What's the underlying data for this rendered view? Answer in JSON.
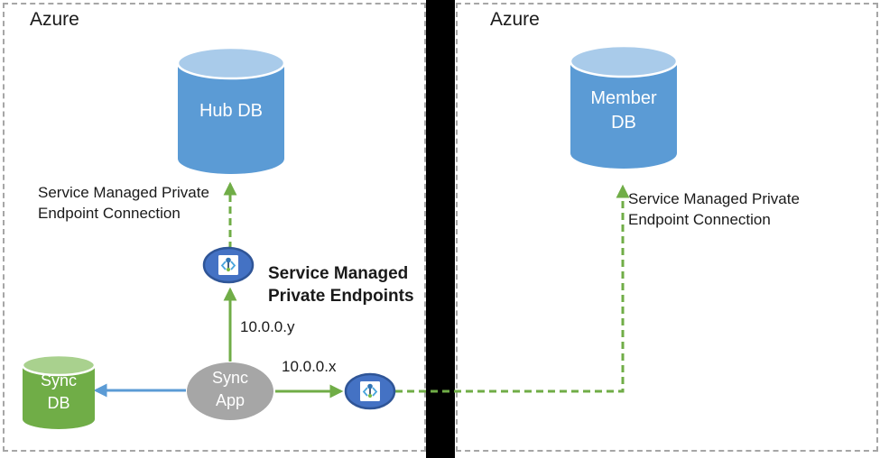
{
  "regions": {
    "left": {
      "title": "Azure"
    },
    "right": {
      "title": "Azure"
    }
  },
  "nodes": {
    "hub_db": {
      "label": "Hub DB"
    },
    "member_db": {
      "lines": [
        "Member",
        "DB"
      ]
    },
    "sync_db": {
      "lines": [
        "Sync",
        "DB"
      ]
    },
    "sync_app": {
      "lines": [
        "Sync",
        "App"
      ]
    }
  },
  "labels": {
    "left_connection": {
      "lines": [
        "Service Managed Private",
        "Endpoint Connection"
      ]
    },
    "right_connection": {
      "lines": [
        "Service Managed Private",
        "Endpoint Connection"
      ]
    },
    "private_endpoints": {
      "lines": [
        "Service Managed",
        "Private Endpoints"
      ]
    },
    "ip_y": "10.0.0.y",
    "ip_x": "10.0.0.x"
  },
  "icons": {
    "endpoint": "private-endpoint-icon"
  },
  "colors": {
    "db_blue": "#5B9BD5",
    "db_blue_top": "#A9CBEA",
    "db_green": "#70AD47",
    "db_green_top": "#A9D18E",
    "app_gray": "#A6A6A6",
    "endpoint_fill": "#4472C4",
    "endpoint_border": "#2F5597",
    "arrow_green": "#70AD47",
    "arrow_blue": "#5B9BD5",
    "region_border_gray": "#A6A6A6",
    "divider_black": "#000000",
    "icon_bracket_blue": "#49A5DC",
    "icon_pin_blue": "#2E75B6",
    "icon_dot_green": "#7CBB42"
  }
}
